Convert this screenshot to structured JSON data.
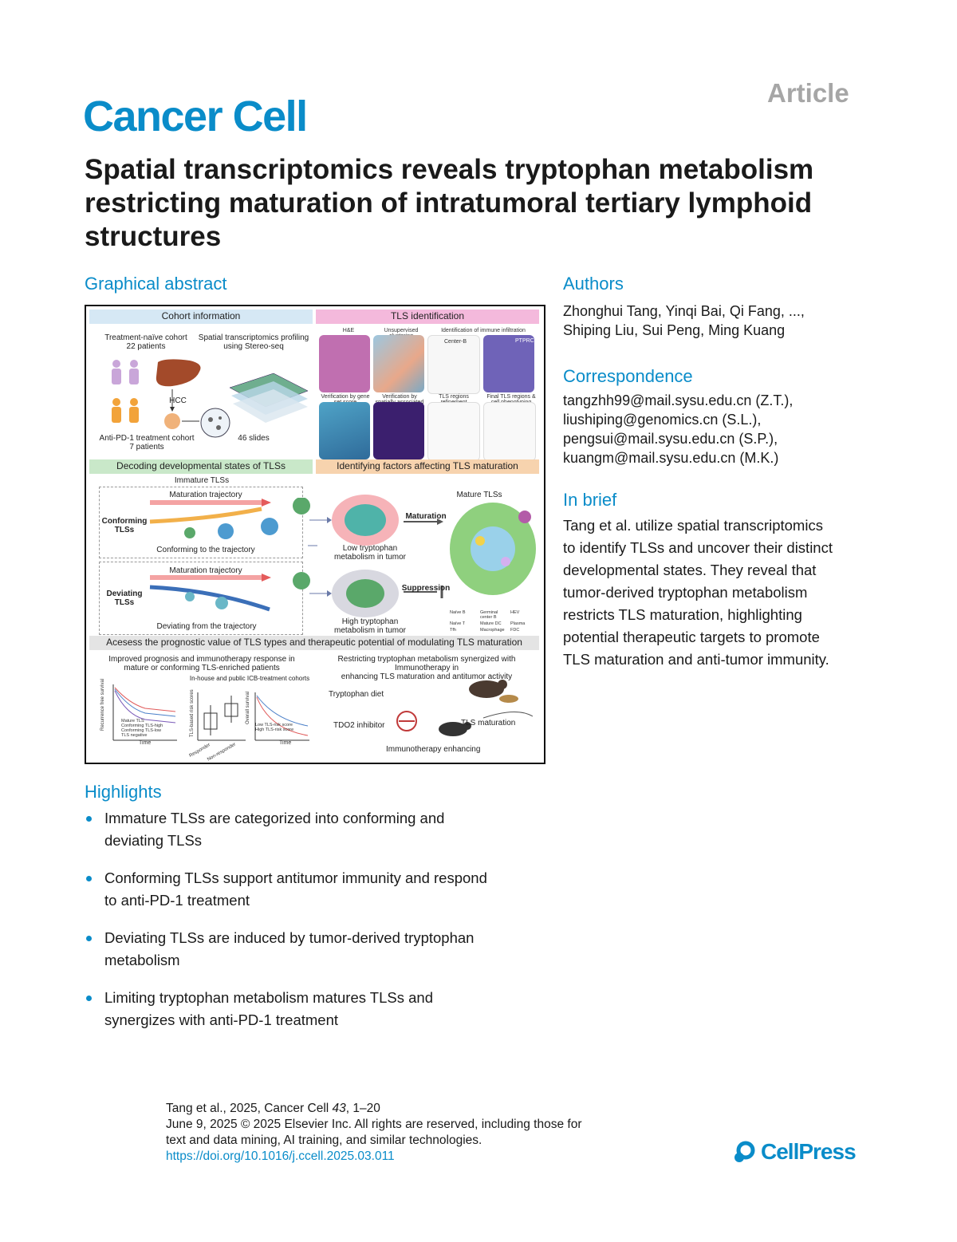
{
  "header": {
    "article_type": "Article",
    "journal": "Cancer Cell",
    "title": "Spatial transcriptomics reveals tryptophan metabolism restricting maturation of intratumoral tertiary lymphoid structures"
  },
  "graphical_abstract": {
    "heading": "Graphical abstract",
    "cohort_band": "Cohort information",
    "tls_id_band": "TLS identification",
    "cohort1": "Treatment-naïve cohort\n22 patients",
    "stereo": "Spatial transcriptomics profiling\nusing Stereo-seq",
    "hcc": "HCC",
    "cohort2": "Anti-PD-1 treatment cohort\n7 patients",
    "slides": "46 slides",
    "tile_labels": [
      "H&E",
      "Unsupervised clustering",
      "Identification of immune infiltration",
      "",
      "Verification by gene set score",
      "Verification by spatially associated gene module",
      "TLS regions refinement",
      "Final TLS regions & cell phenotyping"
    ],
    "tile_inner": [
      "Center-B",
      "PTPRC"
    ],
    "decoding_band": "Decoding developmental states of TLSs",
    "factors_band": "Identifying factors affecting TLS maturation",
    "immature": "Immature TLSs",
    "maturation_traj": "Maturation trajectory",
    "conforming": "Conforming\nTLSs",
    "conforming_caption": "Conforming to the trajectory",
    "deviating": "Deviating\nTLSs",
    "deviating_caption": "Deviating from the trajectory",
    "low_trp": "Low tryptophan\nmetabolism in tumor",
    "high_trp": "High tryptophan\nmetabolism in tumor",
    "maturation": "Maturation",
    "suppression": "Suppression",
    "mature_tls": "Mature TLSs",
    "legend": [
      "Naïve B",
      "Germinal center B",
      "HEV",
      "Naïve T",
      "Mature DC",
      "Plasma",
      "Tfh",
      "Macrophage",
      "FDC"
    ],
    "prognostic_band": "Acesess the prognostic value of TLS types and therapeutic potential of modulating TLS maturation",
    "improved": "Improved prognosis and immunotherapy response in\nmature or conforming TLS-enriched patients",
    "restricting": "Restricting tryptophan metabolism synergized with Immunotherapy in\nenhancing TLS maturation and antitumor activity",
    "icb": "In-house and public ICB-treatment cohorts",
    "km1_y": "Recurrence free survival",
    "km1_legend": [
      "Mature TLS",
      "Conforming TLS-high",
      "Conforming TLS-low",
      "TLS negative"
    ],
    "km_x": "Time",
    "box_y": "TLS-based risk scores",
    "box_x": [
      "Responder",
      "Non-responder"
    ],
    "km2_y": "Overall survival",
    "km2_legend": [
      "Low TLS-risk score",
      "High TLS-risk score"
    ],
    "trp_diet": "Tryptophan diet",
    "tdo2": "TDO2 inhibitor",
    "tls_mat": "TLS maturation",
    "immuno": "Immunotherapy enhancing"
  },
  "authors": {
    "heading": "Authors",
    "line1": "Zhonghui Tang, Yinqi Bai, Qi Fang, ...,",
    "line2": "Shiping Liu, Sui Peng, Ming Kuang"
  },
  "correspondence": {
    "heading": "Correspondence",
    "lines": [
      "tangzhh99@mail.sysu.edu.cn (Z.T.),",
      "liushiping@genomics.cn (S.L.),",
      "pengsui@mail.sysu.edu.cn (S.P.),",
      "kuangm@mail.sysu.edu.cn (M.K.)"
    ]
  },
  "in_brief": {
    "heading": "In brief",
    "lines": [
      "Tang et al. utilize spatial transcriptomics",
      "to identify TLSs and uncover their distinct",
      "developmental states. They reveal that",
      "tumor-derived tryptophan metabolism",
      "restricts TLS maturation, highlighting",
      "potential therapeutic targets to promote",
      "TLS maturation and anti-tumor immunity."
    ]
  },
  "highlights": {
    "heading": "Highlights",
    "items": [
      [
        "Immature TLSs are categorized into conforming and",
        "deviating TLSs"
      ],
      [
        "Conforming TLSs support antitumor immunity and respond",
        "to anti-PD-1 treatment"
      ],
      [
        "Deviating TLSs are induced by tumor-derived tryptophan",
        "metabolism"
      ],
      [
        "Limiting tryptophan metabolism matures TLSs and",
        "synergizes with anti-PD-1 treatment"
      ]
    ]
  },
  "footer": {
    "cite_a": "Tang et al., 2025, Cancer Cell ",
    "cite_vol": "43",
    "cite_b": ", 1–20",
    "line2": "June 9, 2025 © 2025 Elsevier Inc. All rights are reserved, including those for",
    "line3": "text and data mining, AI training, and similar technologies.",
    "doi": "https://doi.org/10.1016/j.ccell.2025.03.011"
  },
  "publisher": "CellPress",
  "colors": {
    "accent": "#0a8cc9",
    "article_tag": "#a6a6a6",
    "band_blue": "#d6e8f5",
    "band_pink": "#f4b9dc",
    "band_green": "#c9e8c9",
    "band_orange": "#f7d3ae"
  }
}
